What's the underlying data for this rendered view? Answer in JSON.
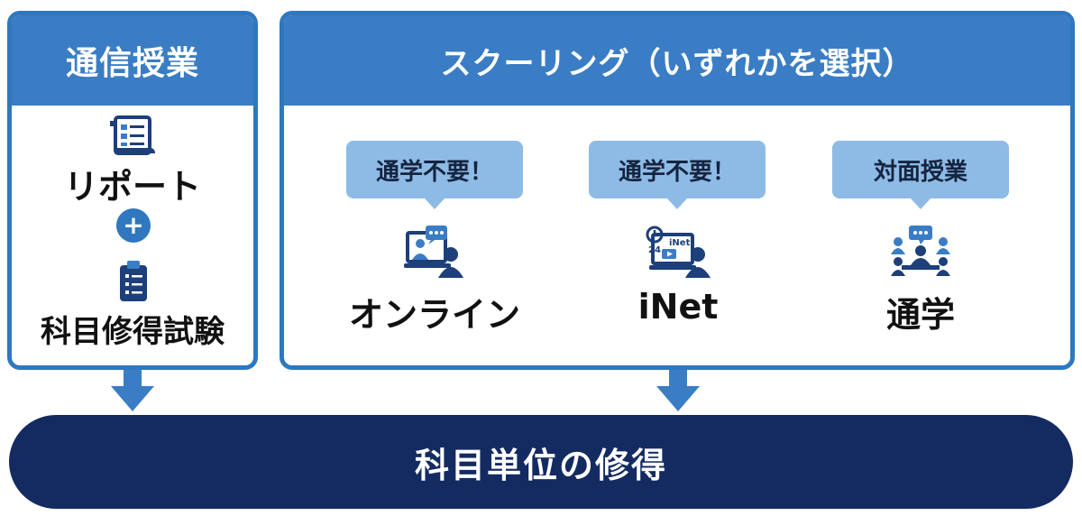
{
  "left_panel": {
    "title": "通信授業",
    "item1": "リポート",
    "plus": "+",
    "item2": "科目修得試験"
  },
  "right_panel": {
    "title": "スクーリング（いずれかを選択）",
    "options": [
      {
        "bubble": "通学不要！",
        "label": "オンライン"
      },
      {
        "bubble": "通学不要！",
        "label": "iNet",
        "icon_text": "iNet",
        "icon_number": "24"
      },
      {
        "bubble": "対面授業",
        "label": "通学"
      }
    ]
  },
  "result": "科目単位の修得",
  "colors": {
    "panel_border": "#2f77bf",
    "panel_header": "#3a7dc4",
    "bubble": "#8dbbe6",
    "icon": "#1d3f7a",
    "result_bar": "#142b62"
  }
}
